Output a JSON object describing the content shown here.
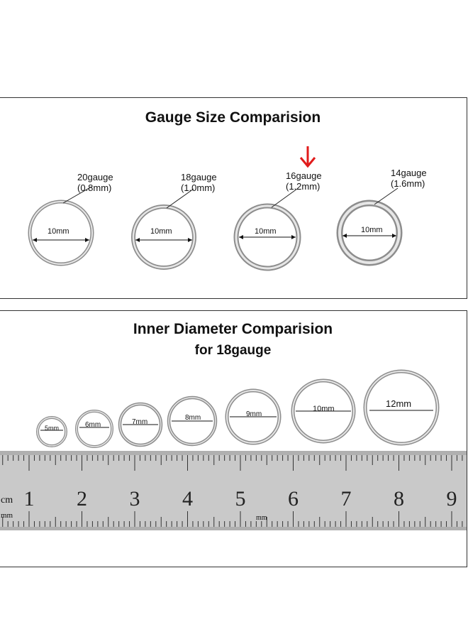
{
  "gauge_section": {
    "title": "Gauge Size Comparision",
    "rings": [
      {
        "gauge": "20gauge",
        "thickness": "(0.8mm)",
        "diameter": "10mm"
      },
      {
        "gauge": "18gauge",
        "thickness": "(1.0mm)",
        "diameter": "10mm"
      },
      {
        "gauge": "16gauge",
        "thickness": "(1.2mm)",
        "diameter": "10mm",
        "highlight": true
      },
      {
        "gauge": "14gauge",
        "thickness": "(1.6mm)",
        "diameter": "10mm"
      }
    ],
    "highlight_arrow_color": "#e11b1b"
  },
  "diameter_section": {
    "title": "Inner Diameter Comparision",
    "subtitle_prefix": "for ",
    "subtitle_gauge": "18gauge",
    "rings": [
      {
        "label": "5mm"
      },
      {
        "label": "6mm"
      },
      {
        "label": "7mm"
      },
      {
        "label": "8mm"
      },
      {
        "label": "9mm"
      },
      {
        "label": "10mm"
      },
      {
        "label": "12mm"
      }
    ]
  },
  "ruler": {
    "unit_cm": "cm",
    "unit_mm_left": "mm",
    "unit_mm_mid": "mm",
    "numbers": [
      "1",
      "2",
      "3",
      "4",
      "5",
      "6",
      "7",
      "8",
      "9"
    ]
  }
}
